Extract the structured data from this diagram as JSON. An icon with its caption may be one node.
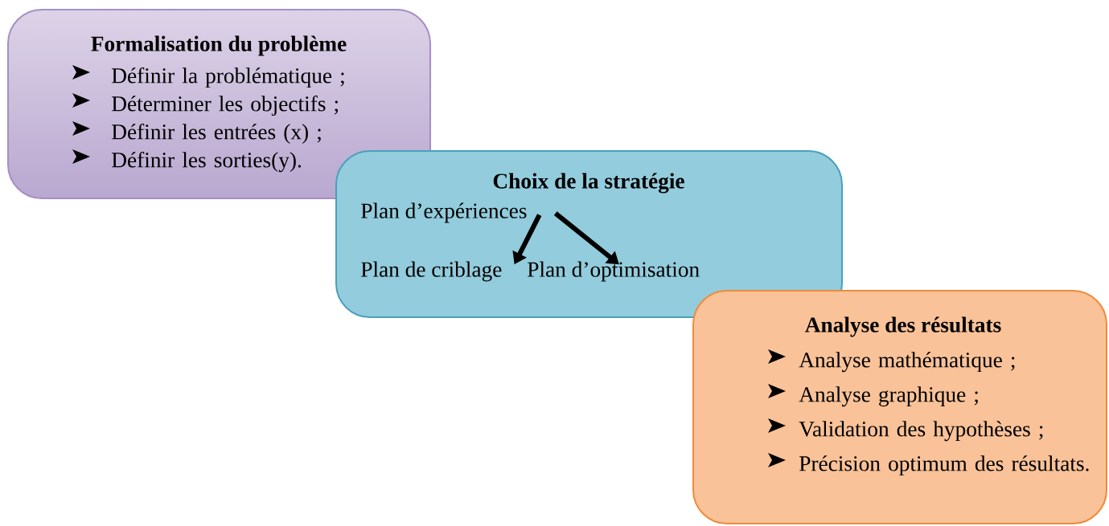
{
  "diagram": {
    "nodes": [
      {
        "text": [
          "Formalisation du problème",
          "Définir la problématique ;",
          "Déterminer les objectifs ;",
          "Définir les entrées (x) ;",
          "Définir les sorties(y)."
        ]
      },
      {
        "text": [
          "Choix de la stratégie"
        ]
      },
      {
        "text": [
          "Plan d’expériences"
        ],
        "in": 1
      },
      {
        "text": [
          "Plan de criblage"
        ],
        "in": 1
      },
      {
        "text": [
          "Plan d’optimisation"
        ],
        "in": 1
      },
      {
        "text": [
          "Analyse des résultats",
          "Analyse mathématique ;",
          "Analyse graphique ;",
          "Validation des hypothèses ;",
          "Précision optimum des résultats."
        ]
      }
    ],
    "edges": [
      {
        "from": 2,
        "to": 3,
        "arrow": "to"
      },
      {
        "from": 2,
        "to": 4,
        "arrow": "to"
      }
    ]
  }
}
